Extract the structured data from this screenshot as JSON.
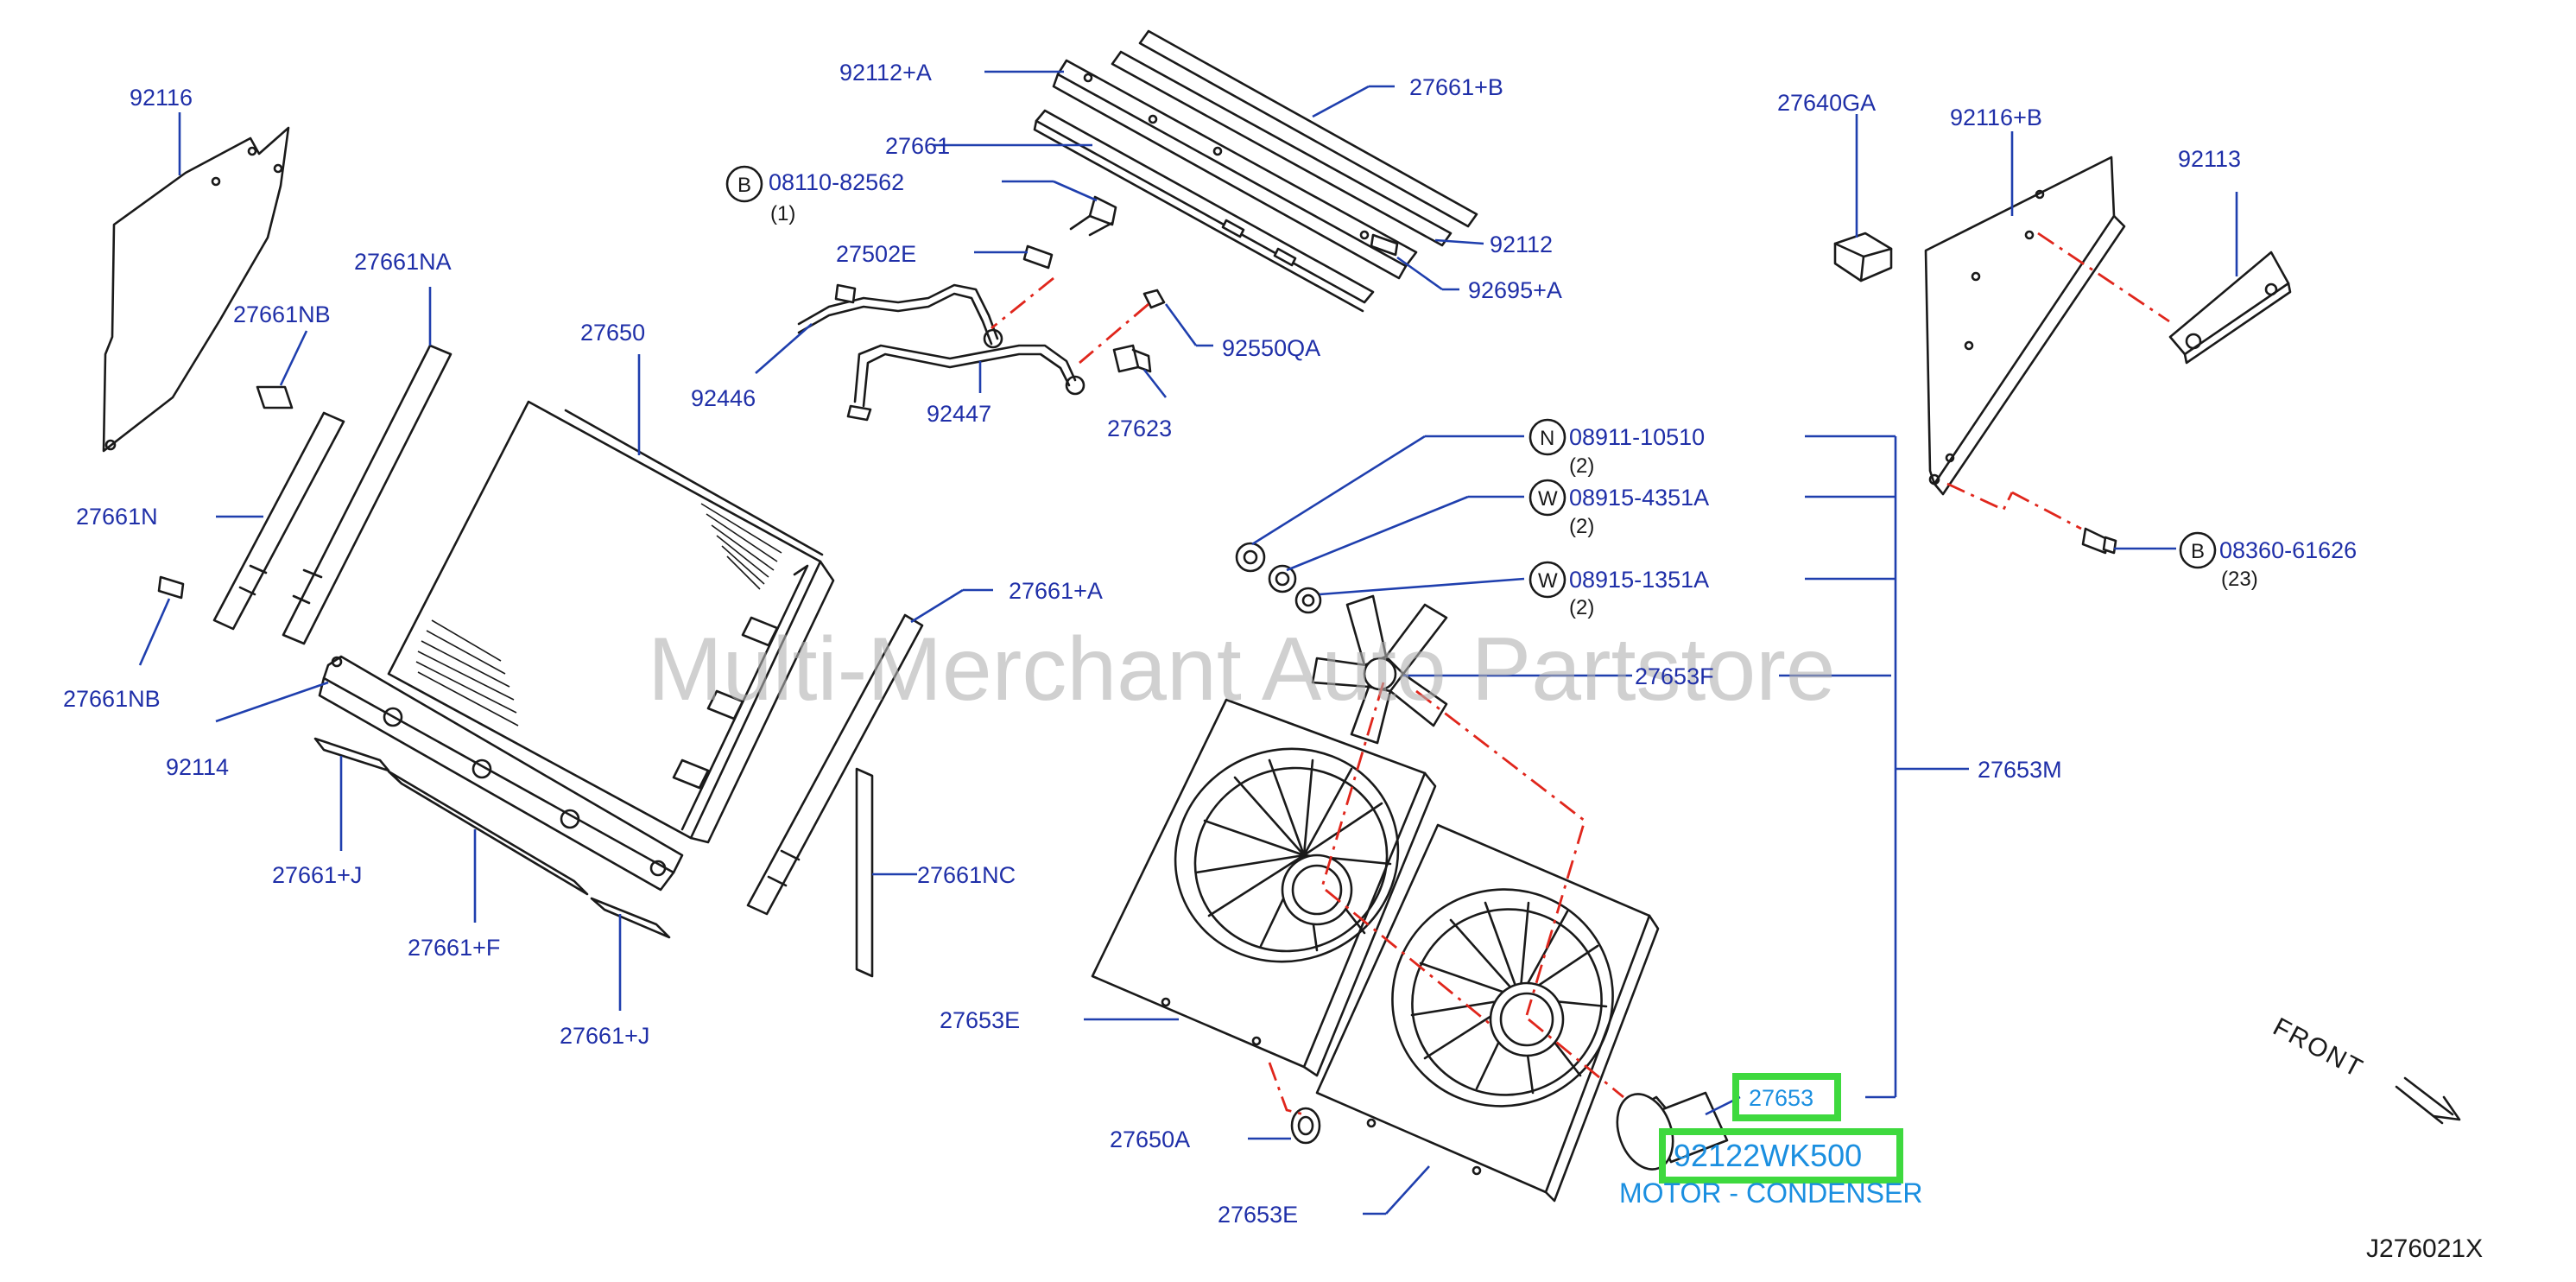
{
  "diagram": {
    "watermark": "Multi-Merchant Auto Partstore",
    "figure_code": "J276021X",
    "front_label": "FRONT",
    "callouts": [
      {
        "id": "p92116",
        "text": "92116"
      },
      {
        "id": "p27661NA",
        "text": "27661NA"
      },
      {
        "id": "p27661NB_a",
        "text": "27661NB"
      },
      {
        "id": "p27661N",
        "text": "27661N"
      },
      {
        "id": "p27661NB_b",
        "text": "27661NB"
      },
      {
        "id": "p92114",
        "text": "92114"
      },
      {
        "id": "p27661J_a",
        "text": "27661+J"
      },
      {
        "id": "p27661F",
        "text": "27661+F"
      },
      {
        "id": "p27661J_b",
        "text": "27661+J"
      },
      {
        "id": "p27650",
        "text": "27650"
      },
      {
        "id": "p92112A",
        "text": "92112+A"
      },
      {
        "id": "p27661",
        "text": "27661"
      },
      {
        "id": "p27661B",
        "text": "27661+B"
      },
      {
        "id": "p92112",
        "text": "92112"
      },
      {
        "id": "p92695A",
        "text": "92695+A"
      },
      {
        "id": "p08110",
        "text": "08110-82562"
      },
      {
        "id": "p27502E",
        "text": "27502E"
      },
      {
        "id": "p92446",
        "text": "92446"
      },
      {
        "id": "p92447",
        "text": "92447"
      },
      {
        "id": "p92550QA",
        "text": "92550QA"
      },
      {
        "id": "p27623",
        "text": "27623"
      },
      {
        "id": "p27661A",
        "text": "27661+A"
      },
      {
        "id": "p27661NC",
        "text": "27661NC"
      },
      {
        "id": "p27640GA",
        "text": "27640GA"
      },
      {
        "id": "p92116B",
        "text": "92116+B"
      },
      {
        "id": "p92113",
        "text": "92113"
      },
      {
        "id": "p08911",
        "text": "08911-10510"
      },
      {
        "id": "p08915_4351",
        "text": "08915-4351A"
      },
      {
        "id": "p08915_1351",
        "text": "08915-1351A"
      },
      {
        "id": "p08360",
        "text": "08360-61626"
      },
      {
        "id": "p27653F",
        "text": "27653F"
      },
      {
        "id": "p27653M",
        "text": "27653M"
      },
      {
        "id": "p27653E_a",
        "text": "27653E"
      },
      {
        "id": "p27650A",
        "text": "27650A"
      },
      {
        "id": "p27653E_b",
        "text": "27653E"
      }
    ],
    "quantities": {
      "q08110": "(1)",
      "q08911": "(2)",
      "q08915_4351": "(2)",
      "q08915_1351": "(2)",
      "q08360": "(23)"
    },
    "circle_letters": {
      "c08110": "B",
      "c08911": "N",
      "c08915_4351": "W",
      "c08915_1351": "W",
      "c08360": "B"
    },
    "highlight": {
      "ref_number": "27653",
      "part_number": "92122WK500",
      "description": "MOTOR - CONDENSER"
    },
    "colors": {
      "label_blue": "#1f2fa8",
      "highlight_green": "#3ed93e",
      "highlight_text": "#1b8fe0",
      "centerline_red": "#e0261c",
      "watermark_gray": "#b0b0b0"
    }
  }
}
